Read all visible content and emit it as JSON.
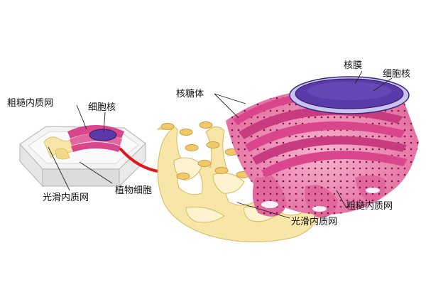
{
  "labels": {
    "small_rer": "粗糙内质网",
    "small_nucleus": "细胞核",
    "small_ser": "光滑内质网",
    "plant_cell": "植物细胞",
    "ribosome": "核糖体",
    "nuclear_envelope": "核膜",
    "big_nucleus": "细胞核",
    "big_rer": "粗糙内质网",
    "big_ser": "光滑内质网"
  },
  "colors": {
    "rer_magenta": "#d9468c",
    "rer_pink": "#f0a8c8",
    "ser_yellow": "#f8e6a8",
    "nucleus_purple": "#5a3aa8",
    "arrow_red": "#e01818"
  }
}
